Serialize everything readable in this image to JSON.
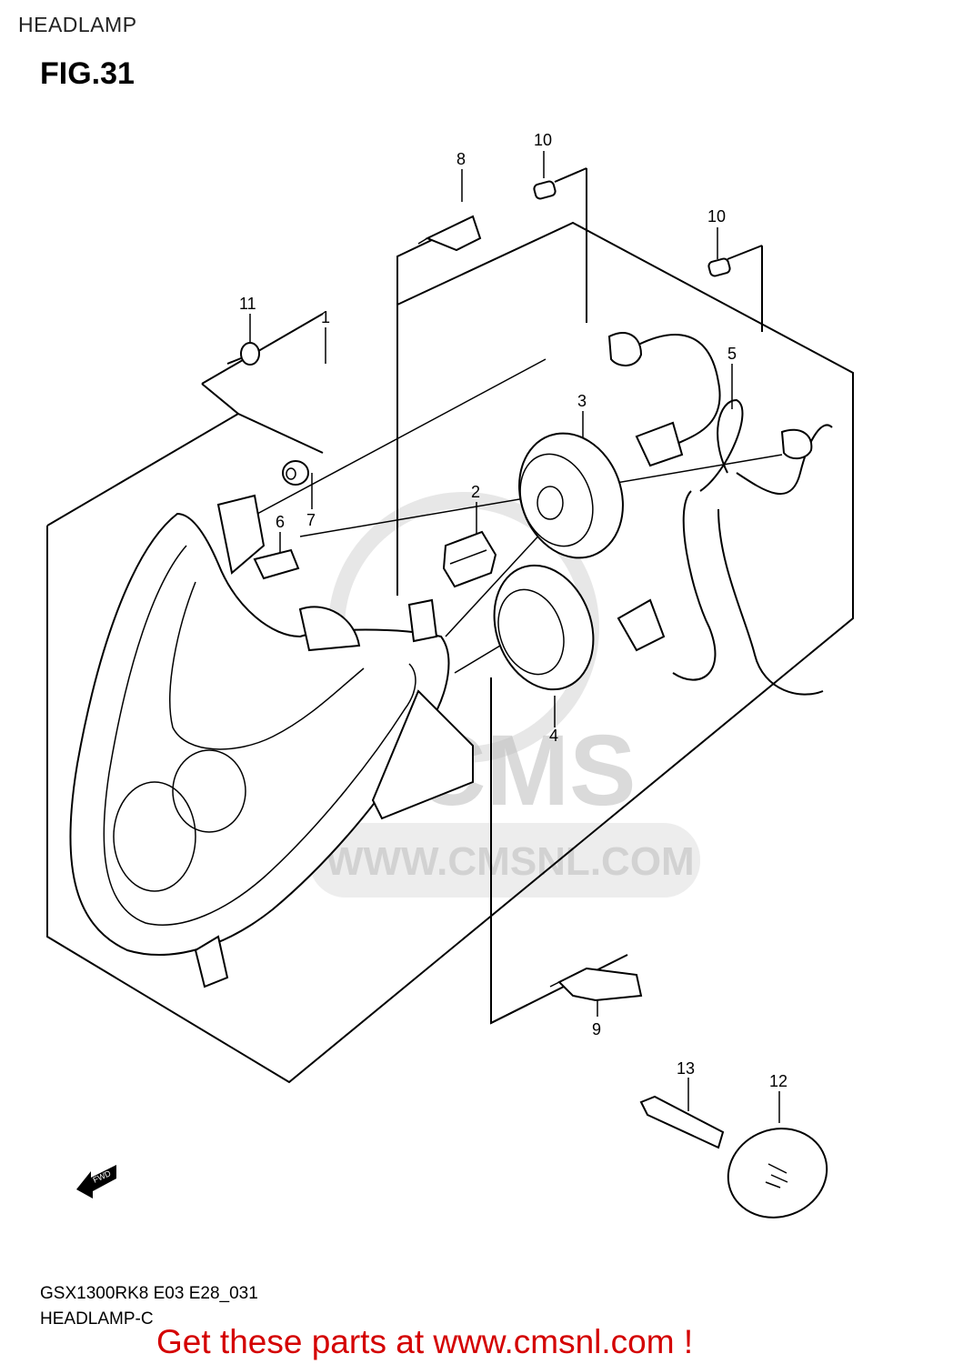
{
  "header": {
    "title": "HEADLAMP",
    "figure": "FIG.31"
  },
  "footer": {
    "model_code": "GSX1300RK8 E03 E28_031",
    "group_name": "HEADLAMP-C",
    "cta": "Get these parts at www.cmsnl.com !"
  },
  "watermark": {
    "brand": "CMS",
    "url": "WWW.CMSNL.COM"
  },
  "fwd_label": "FWD",
  "callouts": [
    "1",
    "2",
    "3",
    "4",
    "5",
    "6",
    "7",
    "8",
    "9",
    "10",
    "10",
    "11",
    "12",
    "13"
  ],
  "colors": {
    "cta": "#d40000",
    "watermark": "#bdbdbd",
    "lines": "#000000"
  }
}
